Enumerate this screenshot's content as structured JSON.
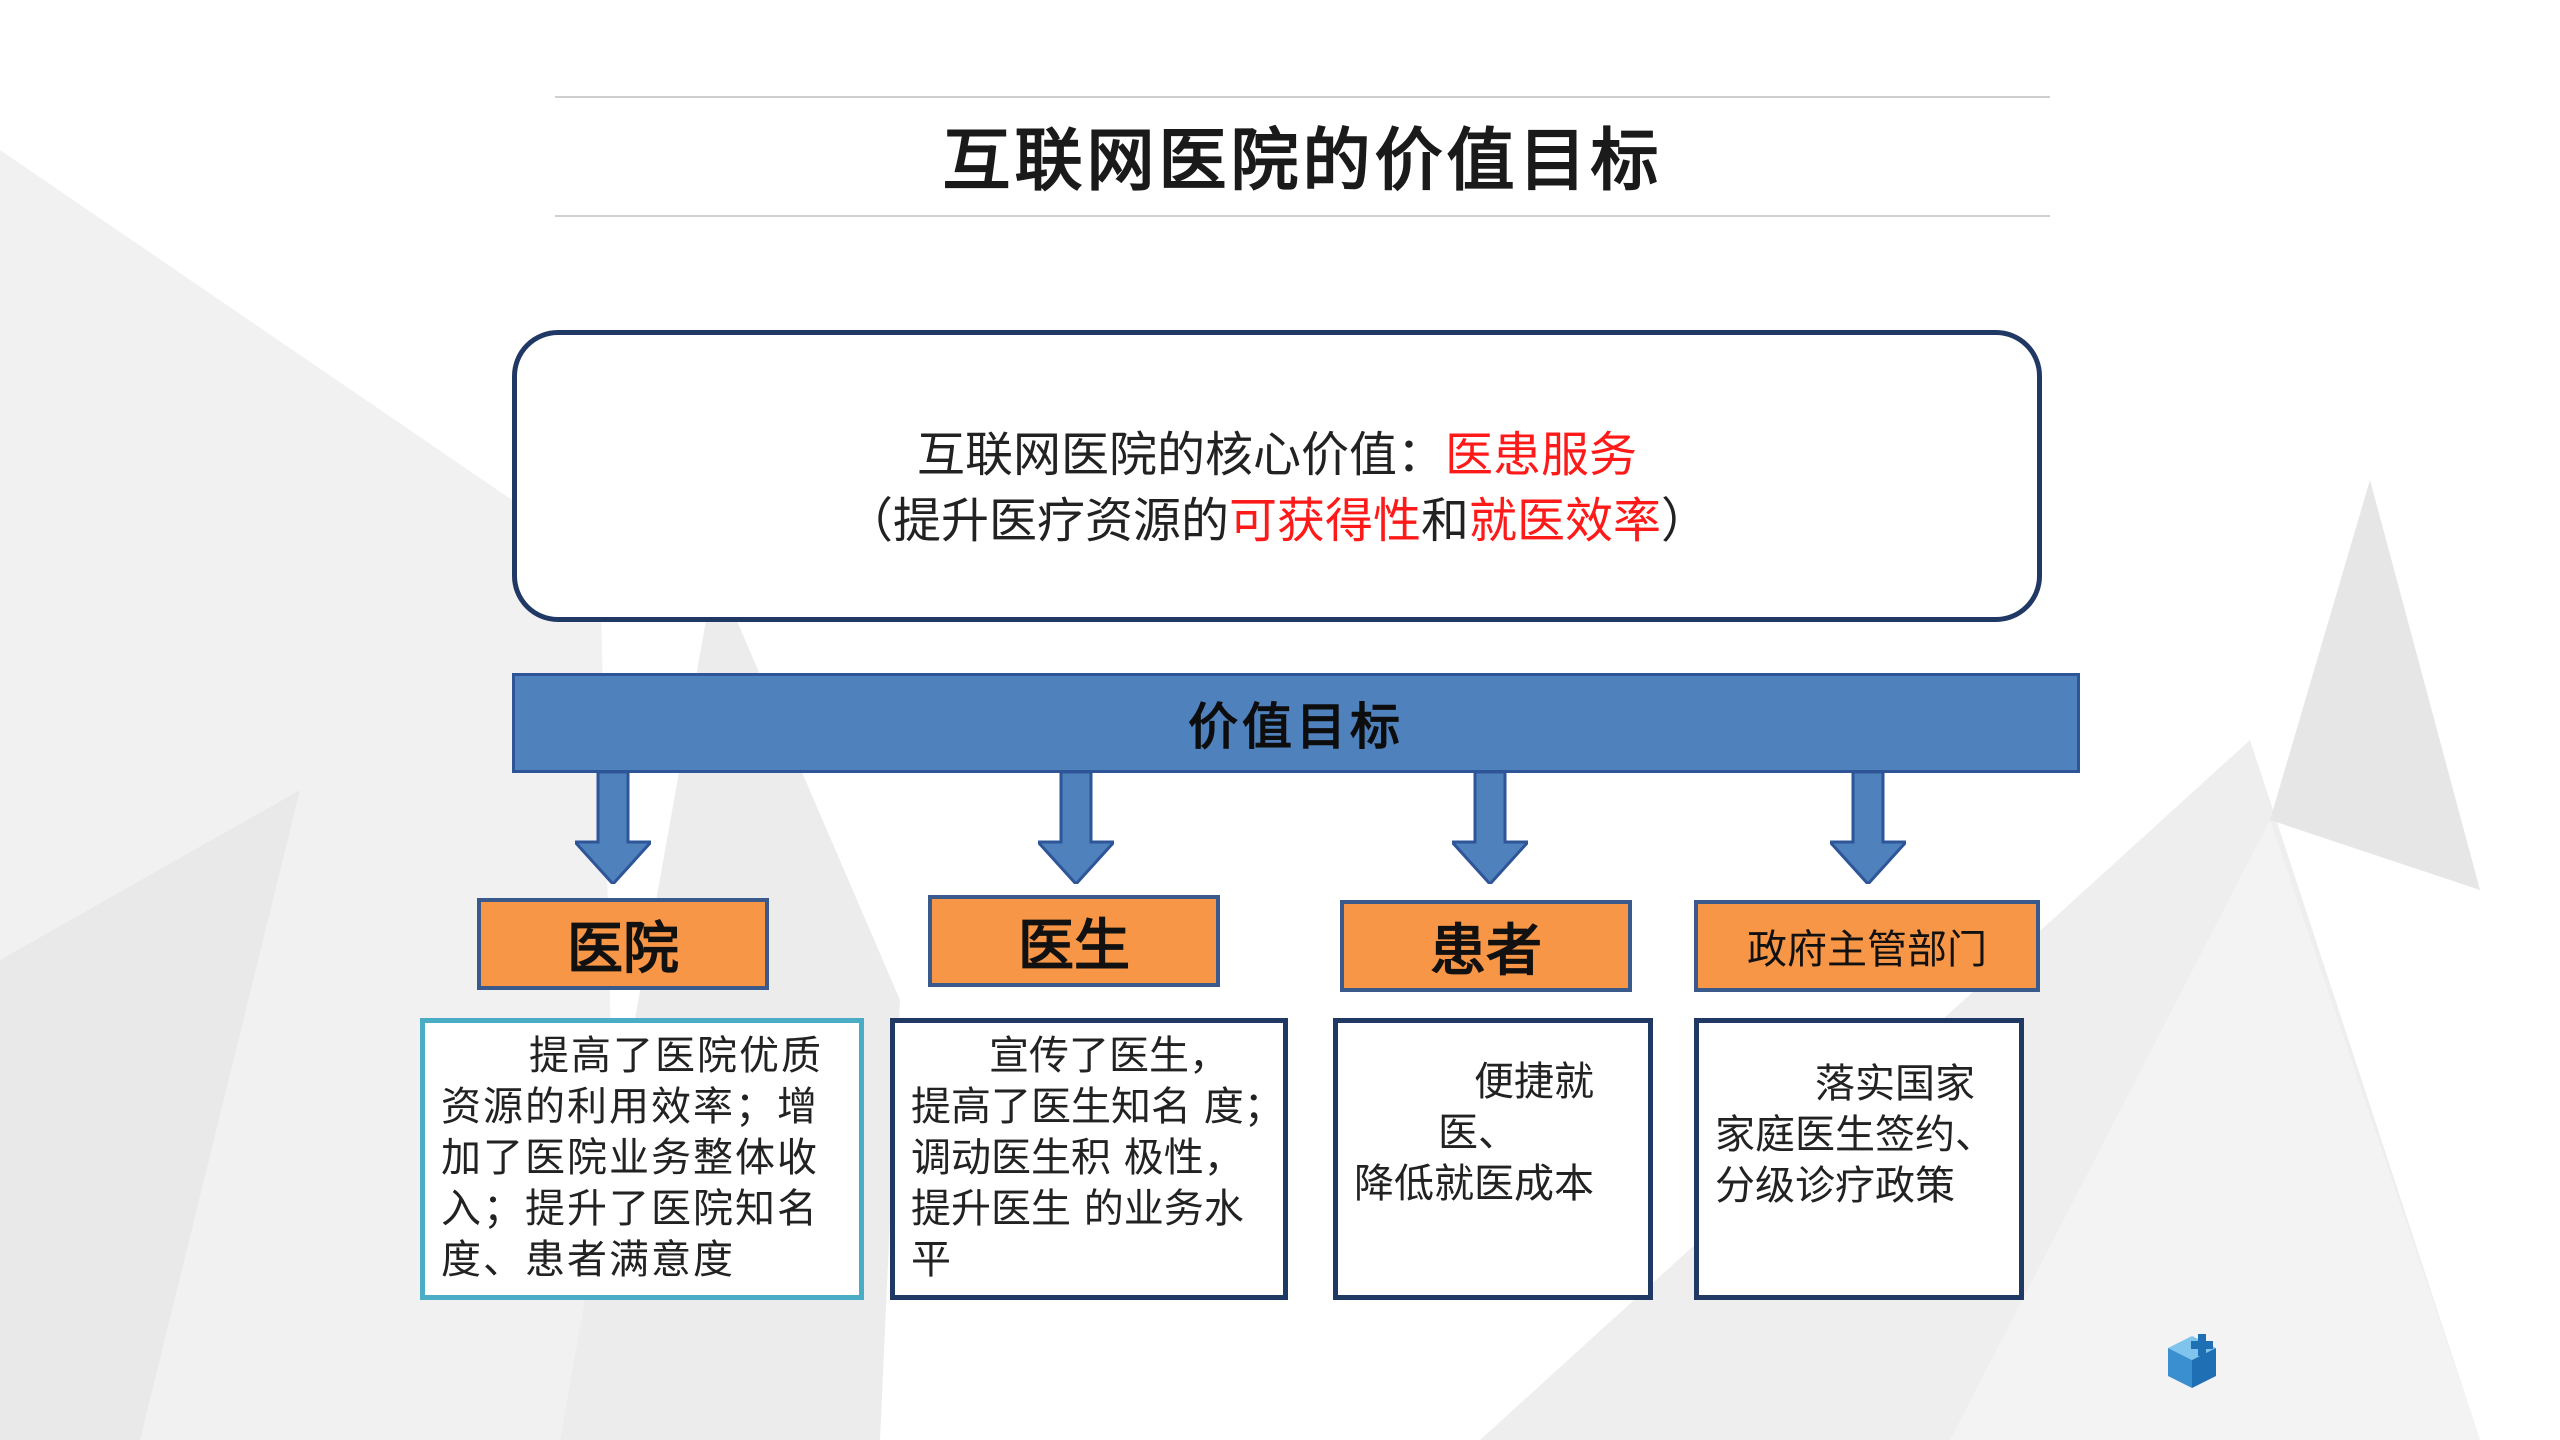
{
  "title": "互联网医院的价值目标",
  "core": {
    "line1_prefix": "互联网医院的核心价值：",
    "line1_highlight": "医患服务",
    "line2_open": "（提升医疗资源的",
    "line2_highlight1": "可获得性",
    "line2_mid": "和",
    "line2_highlight2": "就医效率",
    "line2_close": "）"
  },
  "banner_label": "价值目标",
  "categories": [
    {
      "label": "医院"
    },
    {
      "label": "医生"
    },
    {
      "label": "患者"
    },
    {
      "label": "政府主管部门"
    }
  ],
  "descriptions": {
    "hospital": [
      "提高了医院优质",
      "资源的利用效率；增",
      "加了医院业务整体收",
      "入；提升了医院知名",
      "度、患者满意度"
    ],
    "doctor": [
      "宣传了医生，",
      "提高了医生知名  度；",
      "调动医生积  极性，",
      "提升医生  的业务水",
      "平"
    ],
    "patient": [
      "便捷就",
      "医、",
      "降低就医成本"
    ],
    "government": [
      "落实国家",
      "家庭医生签约、",
      "分级诊疗政策"
    ]
  },
  "colors": {
    "accent_red": "#ff1a1a",
    "banner_blue": "#4f81bd",
    "category_orange": "#f79646",
    "border_navy": "#1f3864",
    "hospital_border": "#4bacc6"
  },
  "icons": [
    "down-arrow-icon",
    "cube-logo-icon"
  ]
}
